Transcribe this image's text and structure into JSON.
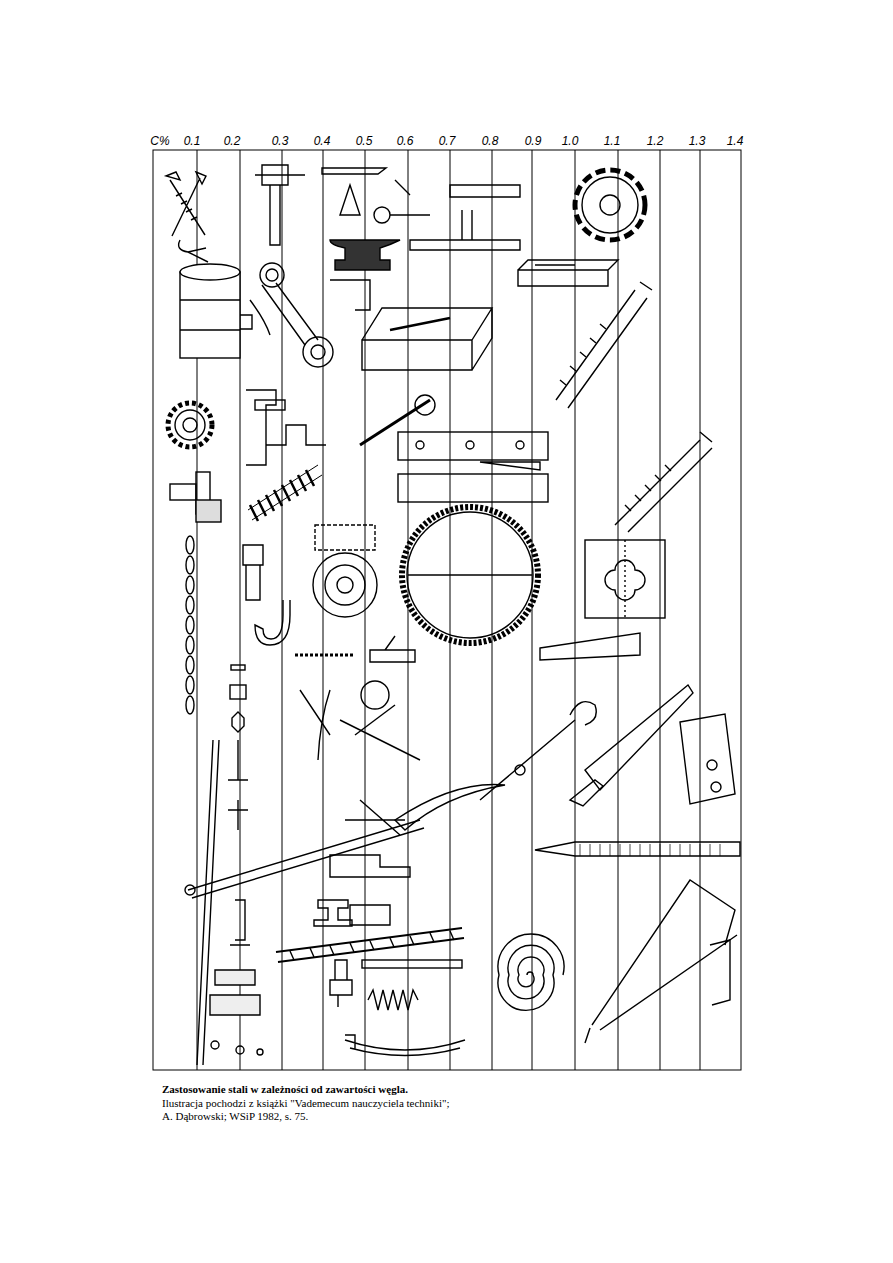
{
  "diagram": {
    "caption": "Zastosowanie stali w zależności od zawartości węgla.",
    "labels": [
      "C%",
      "0.1",
      "0.2",
      "0.3",
      "0.4",
      "0.5",
      "0.6",
      "0.7",
      "0.8",
      "0.9",
      "1.0",
      "1.1",
      "1.2",
      "1.3",
      "1.4",
      "Ilustracja pochodzi z książki \"Vademecum nauczyciela techniki\";",
      "A. Dąbrowski; WSiP 1982, s. 75."
    ]
  }
}
